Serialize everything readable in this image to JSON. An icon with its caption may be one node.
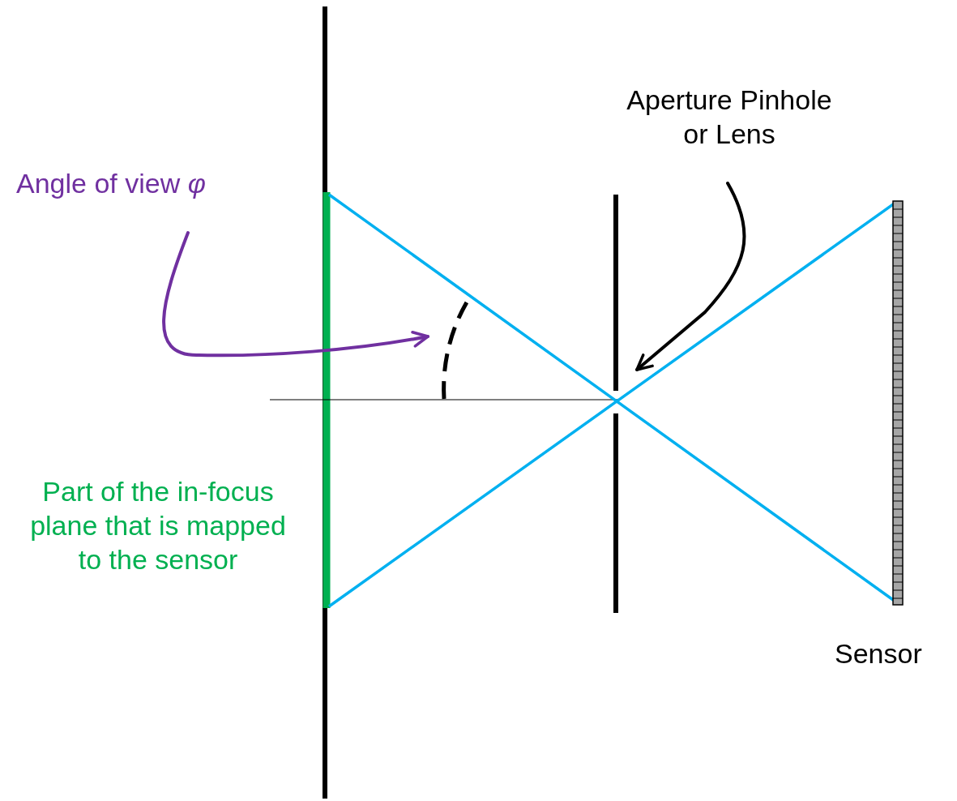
{
  "diagram": {
    "nodes": [
      {
        "text": [
          "Angle of view *φ*"
        ]
      },
      {
        "text": [],
        "shape": "arc"
      },
      {
        "text": [
          "Aperture Pinhole or Lens"
        ]
      },
      {
        "text": [],
        "shape": "bar"
      }
    ],
    "edges": [
      {
        "from": 0,
        "to": 1,
        "arrow": "to",
        "color": "#7030a0"
      },
      {
        "from": 2,
        "to": 3,
        "arrow": "to",
        "color": "#000000"
      }
    ],
    "labels": [
      "Part of the in-focus plane that is mapped to the sensor",
      "Sensor"
    ]
  }
}
